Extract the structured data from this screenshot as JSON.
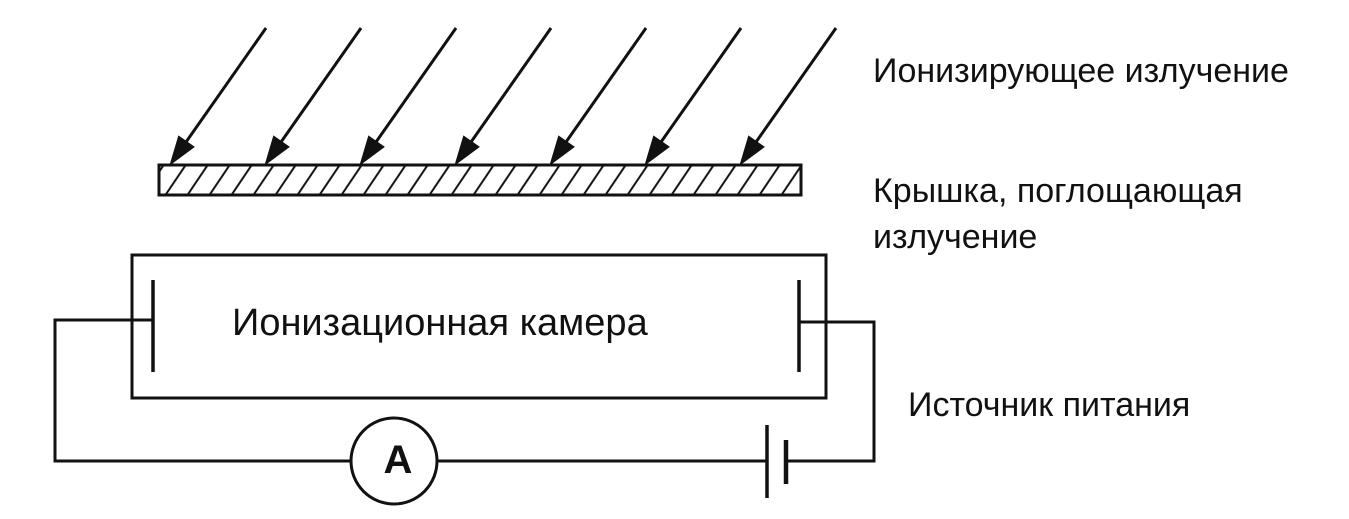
{
  "labels": {
    "radiation": "Ионизирующее излучение",
    "cover_line1": "Крышка, поглощающая",
    "cover_line2": "излучение",
    "chamber": "Ионизационная камера",
    "power_source": "Источник питания",
    "ammeter": "A"
  },
  "colors": {
    "ink": "#111111",
    "background": "#ffffff"
  },
  "arrow_count": 7
}
